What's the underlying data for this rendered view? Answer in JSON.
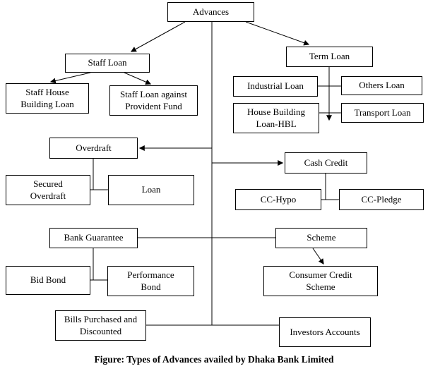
{
  "diagram": {
    "nodes": {
      "advances": "Advances",
      "staff_loan": "Staff Loan",
      "staff_house_building_loan": "Staff House Building Loan",
      "staff_loan_provident_fund": "Staff Loan against Provident Fund",
      "term_loan": "Term Loan",
      "industrial_loan": "Industrial Loan",
      "others_loan": "Others Loan",
      "house_building_loan_hbl": "House Building Loan-HBL",
      "transport_loan": "Transport Loan",
      "overdraft": "Overdraft",
      "secured_overdraft": "Secured Overdraft",
      "loan": "Loan",
      "cash_credit": "Cash Credit",
      "cc_hypo": "CC-Hypo",
      "cc_pledge": "CC-Pledge",
      "bank_guarantee": "Bank Guarantee",
      "bid_bond": "Bid Bond",
      "performance_bond": "Performance Bond",
      "scheme": "Scheme",
      "consumer_credit_scheme": "Consumer Credit Scheme",
      "bills_purchased_discounted": "Bills Purchased and Discounted",
      "investors_accounts": "Investors Accounts"
    },
    "caption": "Figure: Types of Advances availed by Dhaka Bank Limited",
    "line_color": "#000000"
  }
}
